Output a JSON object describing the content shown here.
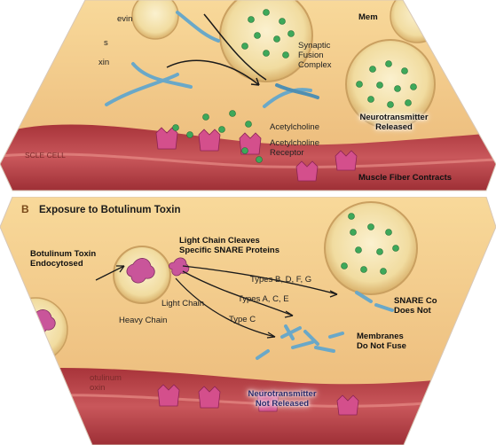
{
  "panel_a": {
    "partial_labels": {
      "evin": "evin",
      "mem": "Mem",
      "s": "s",
      "xin": "xin",
      "muscle_cell": "SCLE CELL"
    },
    "synaptic_fusion_complex": [
      "Synaptic",
      "Fusion",
      "Complex"
    ],
    "acetylcholine": "Acetylcholine",
    "acetylcholine_receptor": [
      "Acetylcholine",
      "Receptor"
    ],
    "neurotransmitter_released": [
      "Neurotransmitter",
      "Released"
    ],
    "muscle_fiber_contracts": "Muscle Fiber Contracts"
  },
  "panel_b": {
    "section_letter": "B",
    "title": "Exposure to Botulinum Toxin",
    "botulinum_toxin_endocytosed": [
      "Botulinum Toxin",
      "Endocytosed"
    ],
    "light_chain_cleaves": [
      "Light Chain Cleaves",
      "Specific SNARE Proteins"
    ],
    "light_chain": "Light Chain",
    "heavy_chain": "Heavy Chain",
    "types_bdfg": "Types B, D, F, G",
    "types_ace": "Types A, C, E",
    "type_c": "Type C",
    "snare_complex": [
      "SNARE Co",
      "Does Not"
    ],
    "membranes_do_not_fuse": [
      "Membranes",
      "Do Not Fuse"
    ],
    "botulinum_toxin_partial": [
      "otulinum",
      "oxin"
    ],
    "neurotransmitter_not_released": [
      "Neurotransmitter",
      "Not Released"
    ]
  },
  "colors": {
    "background": "#ffffff",
    "terminal": "#f3c987",
    "vesicle": "#f6e6b8",
    "acetylcholine_dot": "#3ea85a",
    "muscle": "#c7494d",
    "receptor": "#d44f8c",
    "snare": "#6aa8c8"
  }
}
